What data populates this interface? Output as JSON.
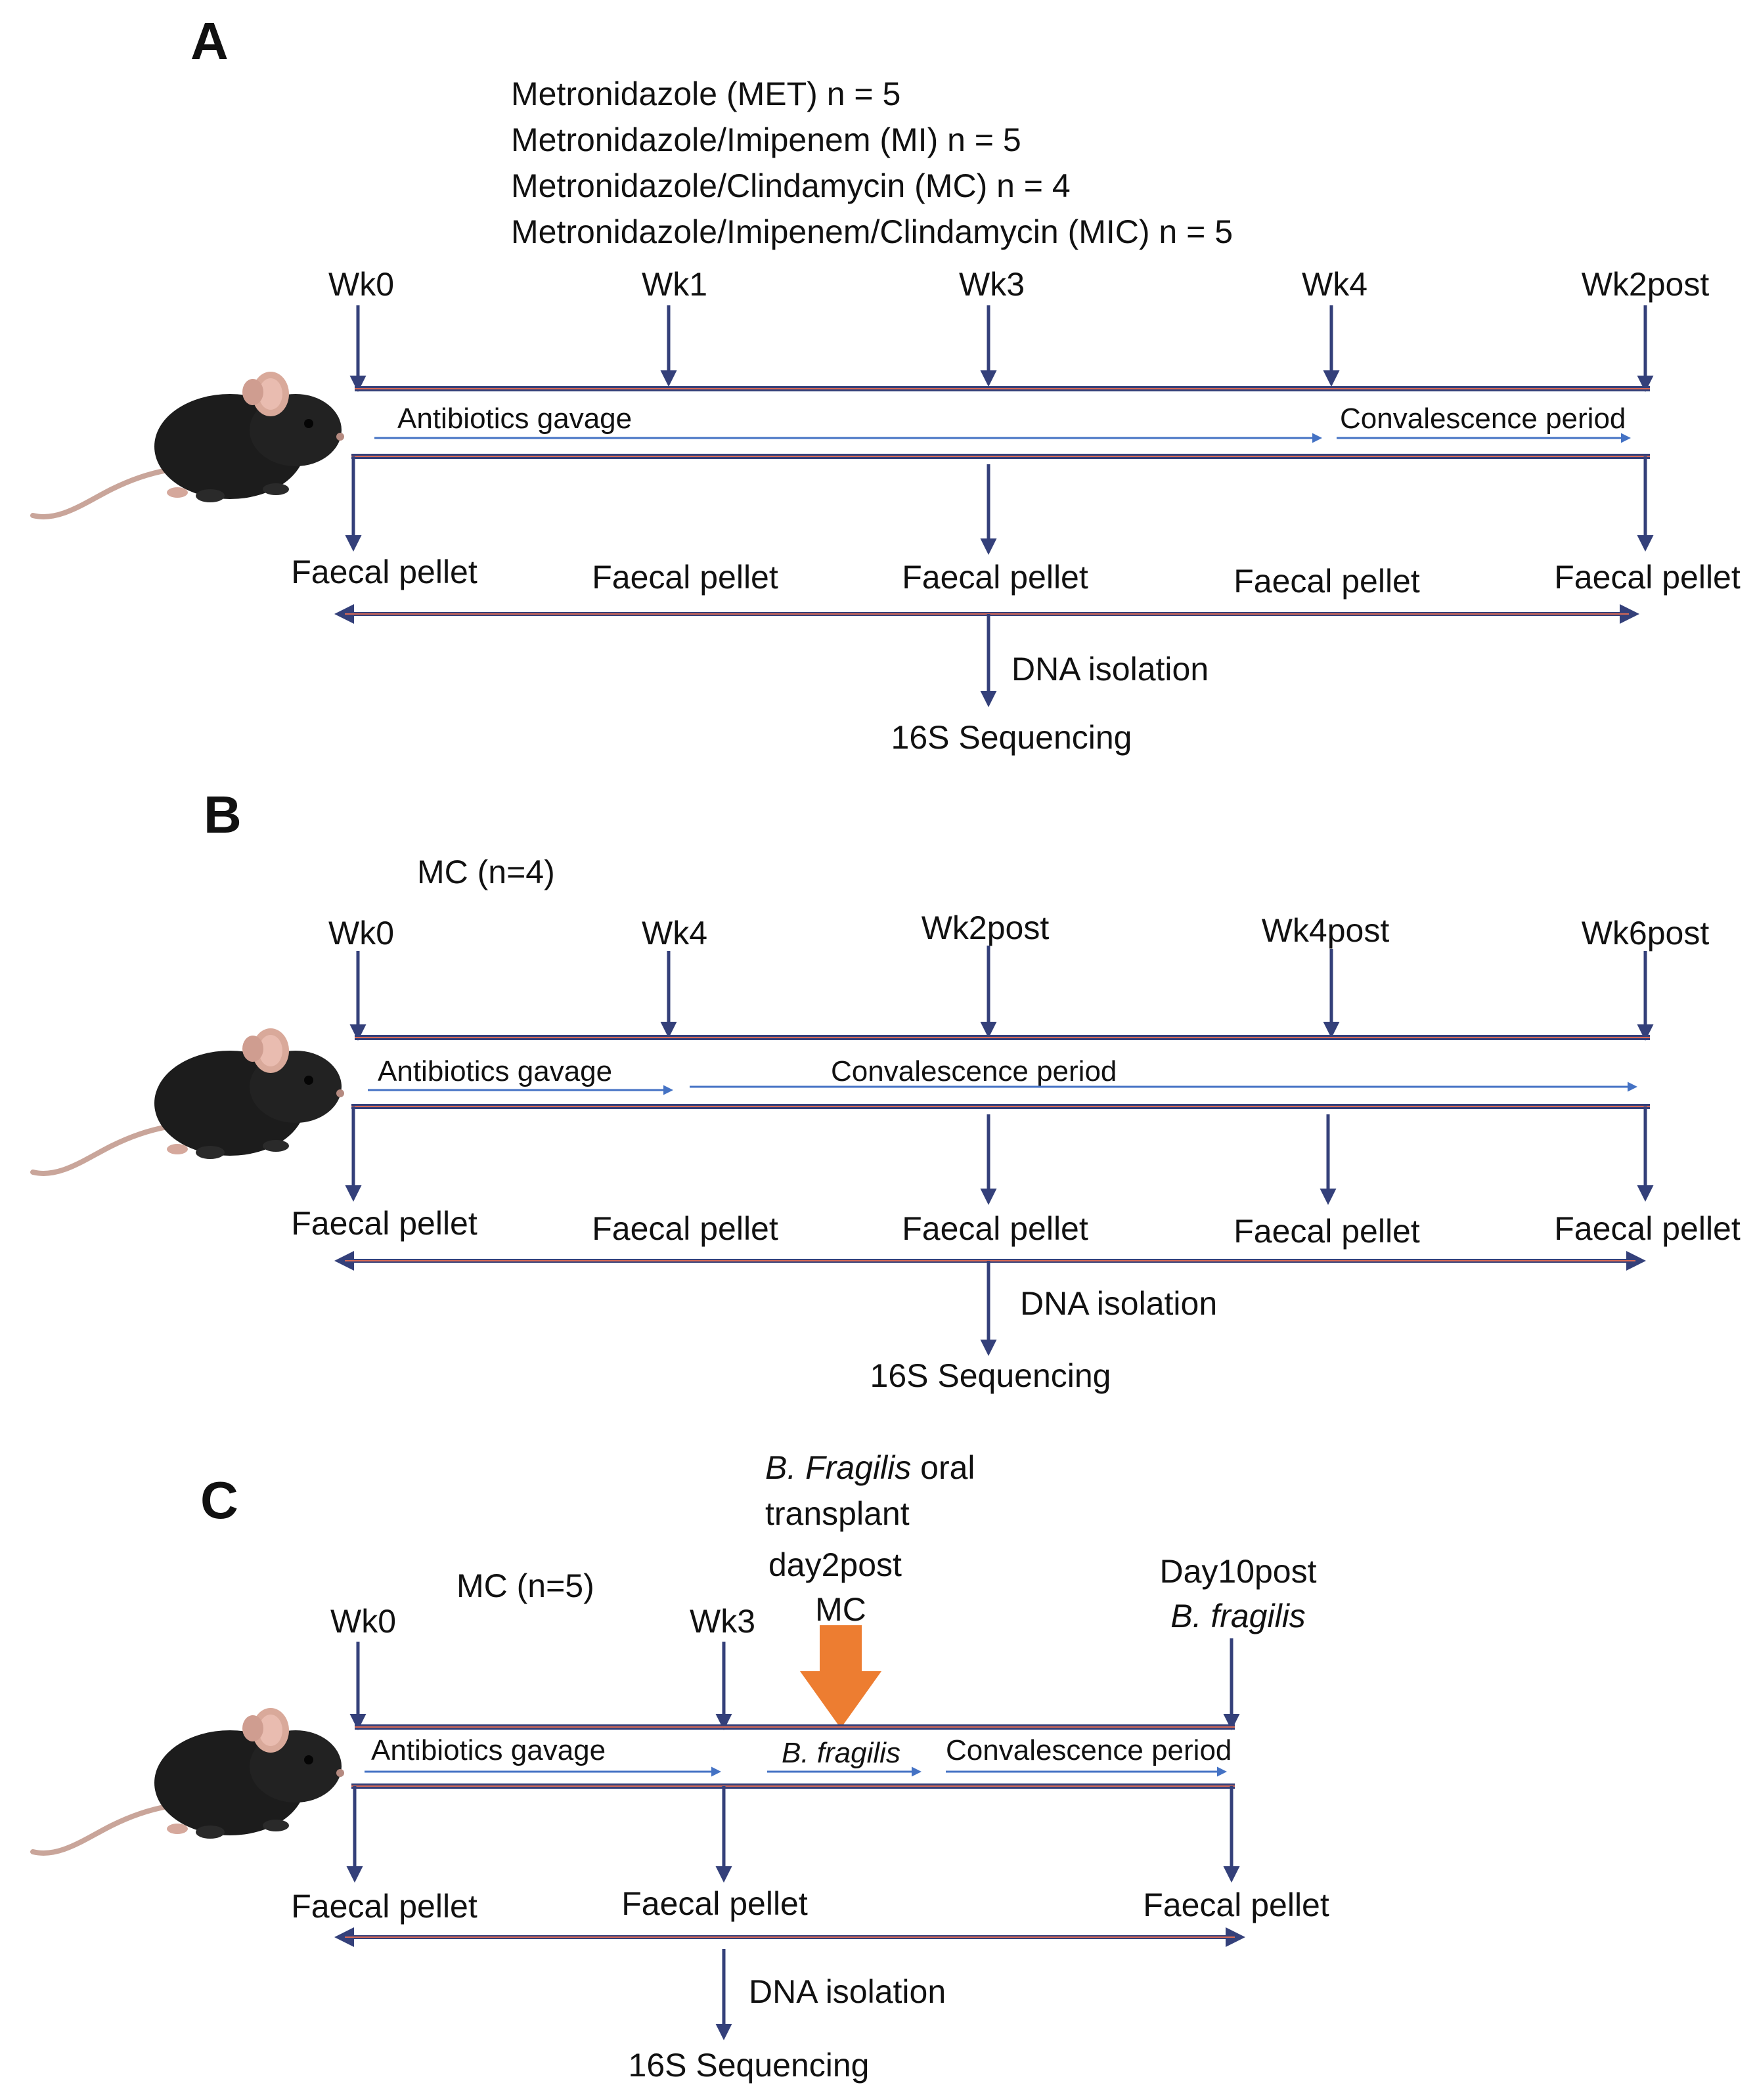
{
  "panels": {
    "A": {
      "letter": "A",
      "groups": [
        "Metronidazole (MET) n = 5",
        "Metronidazole/Imipenem (MI) n = 5",
        "Metronidazole/Clindamycin (MC) n = 4",
        "Metronidazole/Imipenem/Clindamycin (MIC) n = 5"
      ],
      "timepoints": [
        "Wk0",
        "Wk1",
        "Wk3",
        "Wk4",
        "Wk2post"
      ],
      "phase1": "Antibiotics gavage",
      "phase2": "Convalescence period",
      "pellets": [
        "Faecal pellet",
        "Faecal pellet",
        "Faecal pellet",
        "Faecal pellet",
        "Faecal pellet"
      ],
      "dna": "DNA isolation",
      "seq": "16S Sequencing"
    },
    "B": {
      "letter": "B",
      "group": "MC (n=4)",
      "timepoints": [
        "Wk0",
        "Wk4",
        "Wk2post",
        "Wk4post",
        "Wk6post"
      ],
      "phase1": "Antibiotics gavage",
      "phase2": "Convalescence period",
      "pellets": [
        "Faecal pellet",
        "Faecal pellet",
        "Faecal pellet",
        "Faecal pellet",
        "Faecal pellet"
      ],
      "dna": "DNA isolation",
      "seq": "16S Sequencing"
    },
    "C": {
      "letter": "C",
      "group": "MC (n=5)",
      "timepoints": [
        "Wk0",
        "Wk3"
      ],
      "transplant": {
        "species": "B. Fragilis",
        "rest": " oral",
        "line2": "transplant",
        "line3": "day2post",
        "line4": "MC"
      },
      "endpoint": {
        "line1": "Day10post",
        "line2": "B. fragilis"
      },
      "phase1": "Antibiotics gavage",
      "phase_mid": "B. fragilis",
      "phase2": "Convalescence period",
      "pellets": [
        "Faecal pellet",
        "Faecal pellet",
        "Faecal pellet"
      ],
      "dna": "DNA isolation",
      "seq": "16S Sequencing"
    }
  },
  "colors": {
    "double_line_outer": "#34407a",
    "double_line_inner": "#d96a55",
    "phase_arrow": "#4472c4",
    "transplant_arrow": "#ed7d31"
  },
  "icons": [
    "mouse-icon",
    "mouse-icon",
    "mouse-icon"
  ]
}
